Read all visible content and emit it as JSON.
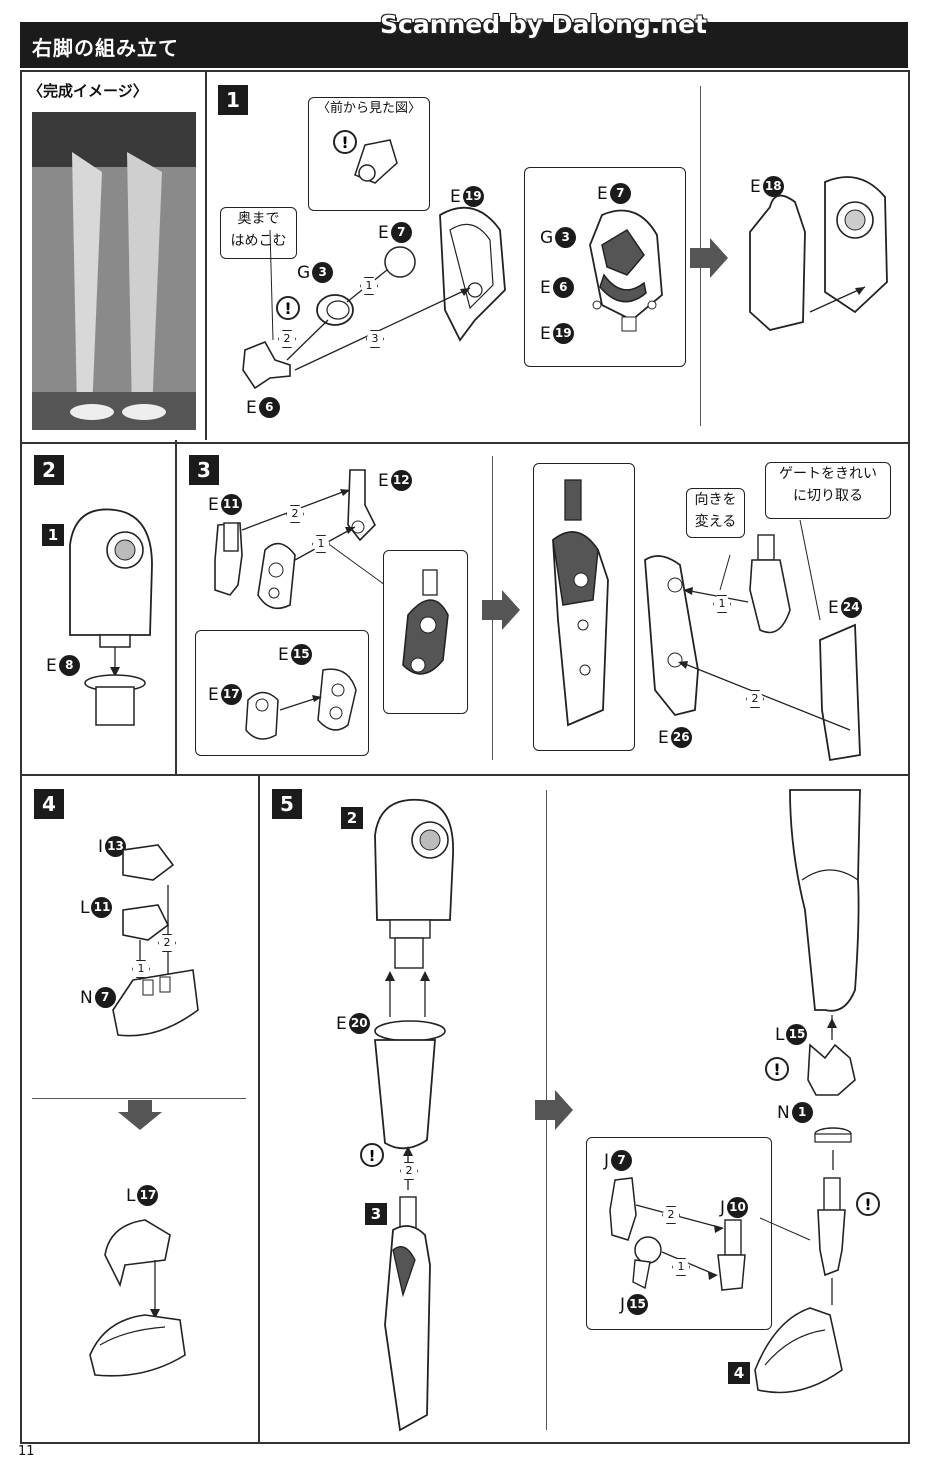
{
  "header": {
    "title": "右脚の組み立て",
    "watermark": "Scanned by Dalong.net"
  },
  "page_number": "11",
  "completed_image": {
    "caption": "〈完成イメージ〉"
  },
  "step1": {
    "number": "1",
    "front_view_caption": "〈前から見た図〉",
    "note_lines": [
      "奥まで",
      "はめこむ"
    ],
    "parts": [
      {
        "letter": "G",
        "num": "3"
      },
      {
        "letter": "E",
        "num": "7"
      },
      {
        "letter": "E",
        "num": "19"
      },
      {
        "letter": "E",
        "num": "6"
      },
      {
        "letter": "E",
        "num": "18"
      }
    ],
    "detail_parts": [
      {
        "letter": "E",
        "num": "7"
      },
      {
        "letter": "G",
        "num": "3"
      },
      {
        "letter": "E",
        "num": "6"
      },
      {
        "letter": "E",
        "num": "19"
      }
    ],
    "steps": [
      "1",
      "2",
      "3"
    ]
  },
  "step2": {
    "number": "2",
    "sub": "1",
    "part": {
      "letter": "E",
      "num": "8"
    }
  },
  "step3": {
    "number": "3",
    "parts": [
      {
        "letter": "E",
        "num": "11"
      },
      {
        "letter": "E",
        "num": "12"
      },
      {
        "letter": "E",
        "num": "15"
      },
      {
        "letter": "E",
        "num": "17"
      },
      {
        "letter": "E",
        "num": "24"
      },
      {
        "letter": "E",
        "num": "26"
      }
    ],
    "note_turn": [
      "向きを",
      "変える"
    ],
    "note_gate": [
      "ゲートをきれい",
      "に切り取る"
    ],
    "steps": [
      "1",
      "2"
    ]
  },
  "step4": {
    "number": "4",
    "parts": [
      {
        "letter": "I",
        "num": "13"
      },
      {
        "letter": "L",
        "num": "11"
      },
      {
        "letter": "N",
        "num": "7"
      },
      {
        "letter": "L",
        "num": "17"
      }
    ]
  },
  "step5": {
    "number": "5",
    "subs": [
      "2",
      "3",
      "4"
    ],
    "parts": [
      {
        "letter": "E",
        "num": "20"
      },
      {
        "letter": "L",
        "num": "15"
      },
      {
        "letter": "N",
        "num": "1"
      },
      {
        "letter": "J",
        "num": "7"
      },
      {
        "letter": "J",
        "num": "10"
      },
      {
        "letter": "J",
        "num": "15"
      }
    ]
  }
}
